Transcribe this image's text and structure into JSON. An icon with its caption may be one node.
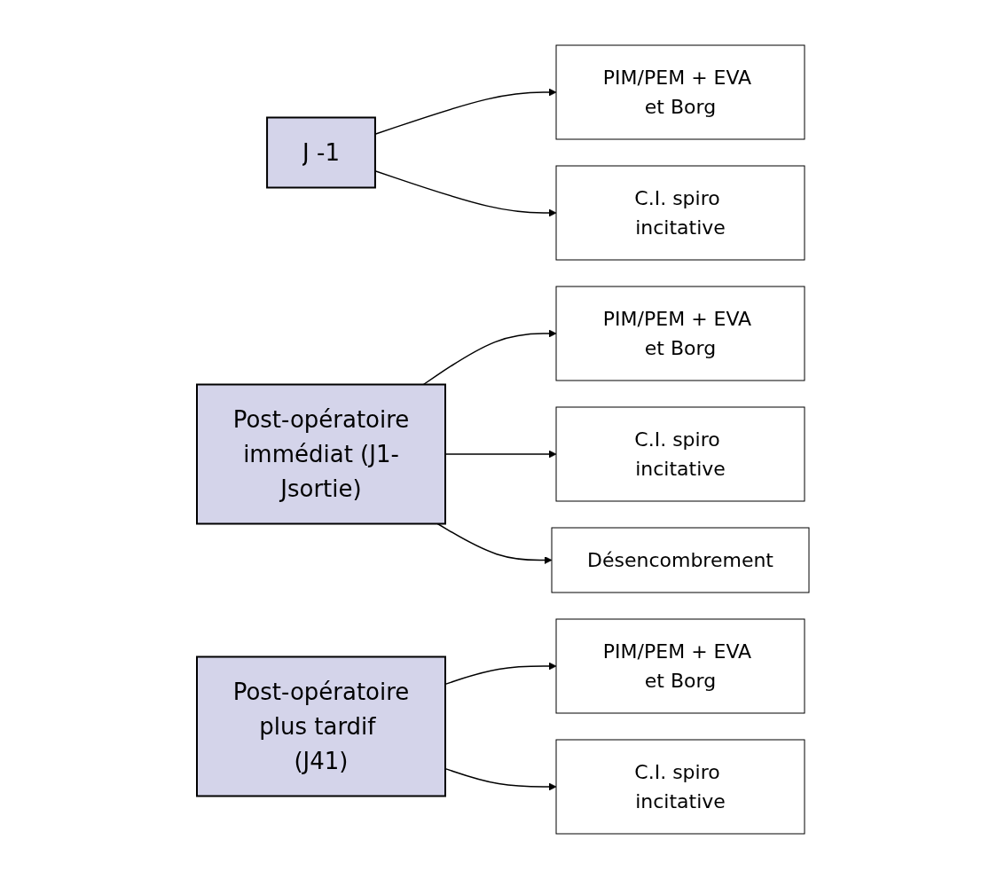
{
  "diagram": {
    "nodes": [
      {
        "text": [
          "J -1"
        ]
      },
      {
        "text": [
          "PIM/PEM + EVA et Borg"
        ]
      },
      {
        "text": [
          "C.I. spiro incitative"
        ]
      },
      {
        "text": [
          "Post-opératoire",
          "immédiat (J1-Jsortie)"
        ]
      },
      {
        "text": [
          "PIM/PEM + EVA et Borg"
        ]
      },
      {
        "text": [
          "C.I. spiro incitative"
        ]
      },
      {
        "text": [
          "Désencombrement"
        ]
      },
      {
        "text": [
          "Post-opératoire",
          "plus tardif (J41)"
        ]
      },
      {
        "text": [
          "PIM/PEM + EVA et Borg"
        ]
      },
      {
        "text": [
          "C.I. spiro incitative"
        ]
      }
    ],
    "edges": [
      {
        "from": 0,
        "to": 1,
        "arrow": "to"
      },
      {
        "from": 0,
        "to": 2,
        "arrow": "to"
      },
      {
        "from": 3,
        "to": 4,
        "arrow": "to"
      },
      {
        "from": 3,
        "to": 5,
        "arrow": "to"
      },
      {
        "from": 3,
        "to": 6,
        "arrow": "to"
      },
      {
        "from": 7,
        "to": 8,
        "arrow": "to"
      },
      {
        "from": 7,
        "to": 9,
        "arrow": "to"
      }
    ]
  }
}
